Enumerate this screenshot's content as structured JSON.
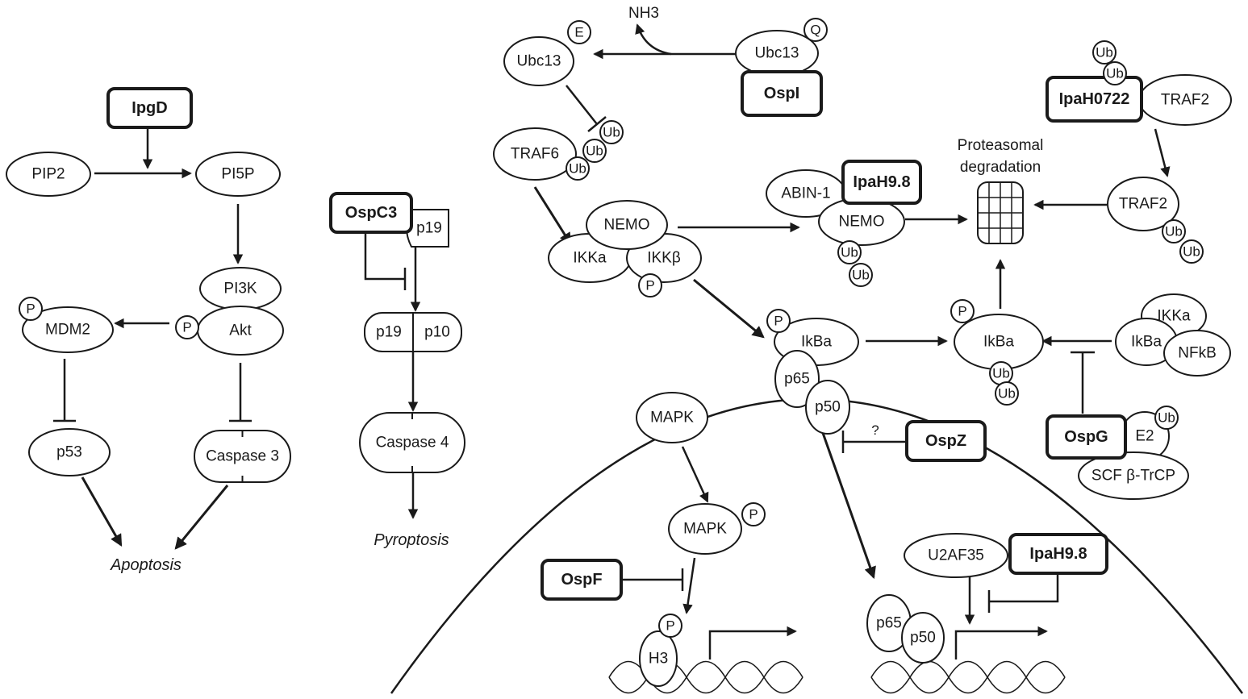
{
  "effectors": {
    "ipgd": "IpgD",
    "ospc3": "OspC3",
    "ospi": "OspI",
    "ipah0722": "IpaH0722",
    "ipah98_top": "IpaH9.8",
    "ospz": "OspZ",
    "ospg": "OspG",
    "ospf": "OspF",
    "ipah98_bottom": "IpaH9.8"
  },
  "molecules": {
    "pip2": "PIP2",
    "pi5p": "PI5P",
    "pi3k": "PI3K",
    "akt": "Akt",
    "mdm2": "MDM2",
    "p53": "p53",
    "caspase3": "Caspase 3",
    "p19": "p19",
    "p10": "p10",
    "caspase4": "Caspase 4",
    "ubc13": "Ubc13",
    "nh3": "NH3",
    "traf6": "TRAF6",
    "nemo": "NEMO",
    "ikka": "IKKa",
    "ikkb": "IKKβ",
    "abin1": "ABIN-1",
    "traf2": "TRAF2",
    "ikba": "IkBa",
    "p65": "p65",
    "p50": "p50",
    "nfkb": "NFkB",
    "e2": "E2",
    "scf": "SCF β-TrCP",
    "mapk": "MAPK",
    "u2af35": "U2AF35",
    "h3": "H3"
  },
  "modifiers": {
    "phospho": "P",
    "ubiquitin": "Ub",
    "glutamate": "E",
    "glutamine": "Q"
  },
  "outcomes": {
    "apoptosis": "Apoptosis",
    "pyroptosis": "Pyroptosis",
    "proteasome_label": [
      "Proteasomal",
      "degradation"
    ],
    "unknown": "?"
  }
}
